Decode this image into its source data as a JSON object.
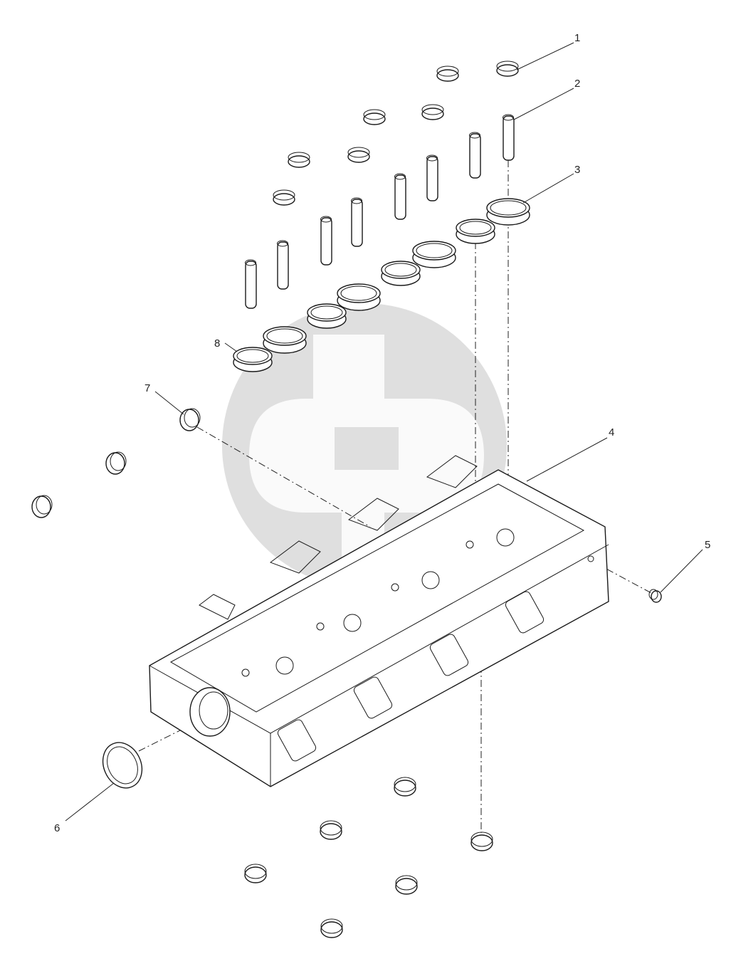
{
  "callouts": [
    {
      "label": "1"
    },
    {
      "label": "2"
    },
    {
      "label": "3"
    },
    {
      "label": "4"
    },
    {
      "label": "5"
    },
    {
      "label": "6"
    },
    {
      "label": "7"
    },
    {
      "label": "8"
    }
  ],
  "colors": {
    "line": "#1a1a1a",
    "background": "#ffffff",
    "watermark": "#d9d9d9"
  }
}
